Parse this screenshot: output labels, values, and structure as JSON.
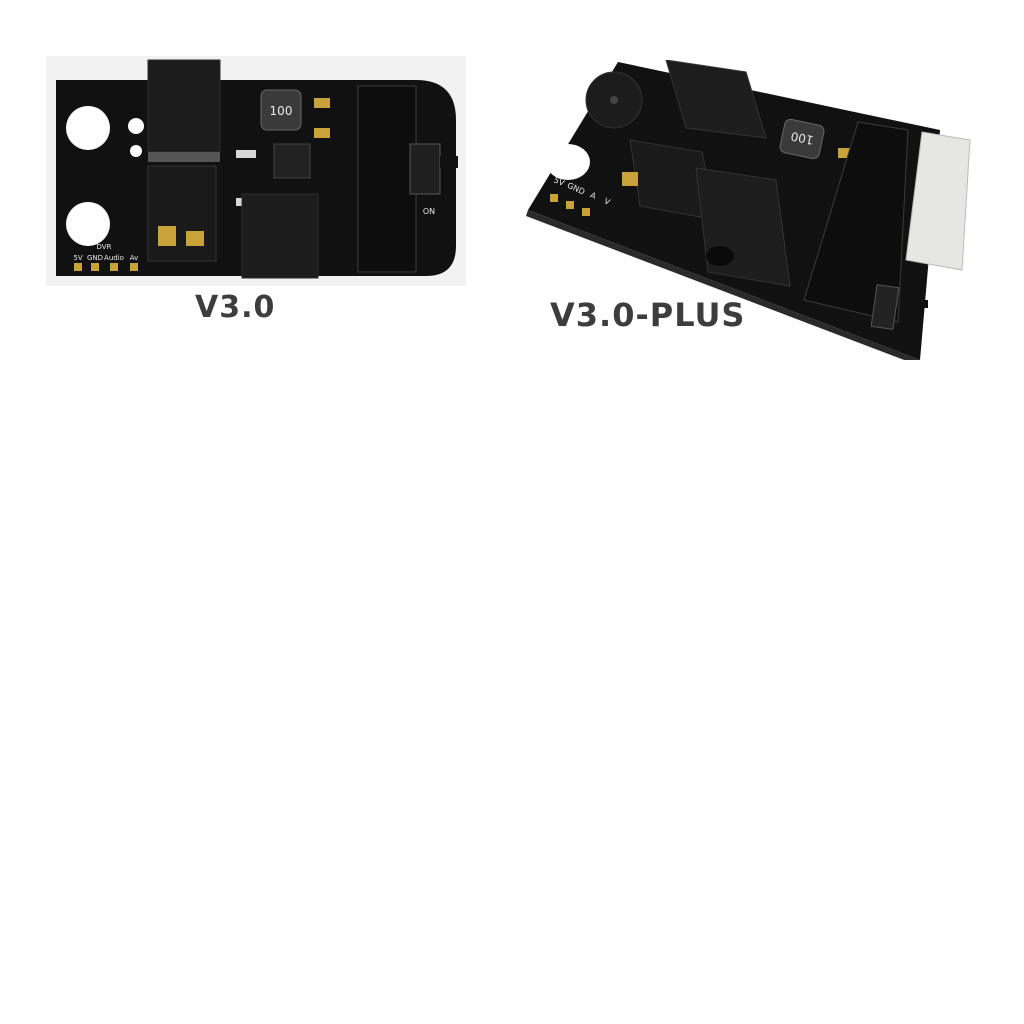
{
  "products": [
    {
      "caption": "V3.0",
      "silkscreen": {
        "inductor": "100",
        "header_title": "DVR",
        "pin_labels": [
          "5V",
          "GND",
          "Audio",
          "Av"
        ],
        "switch_label": "ON"
      }
    },
    {
      "caption": "V3.0-PLUS",
      "silkscreen": {
        "inductor": "100",
        "pin_labels": [
          "5V",
          "GND",
          "A",
          "V"
        ]
      }
    }
  ],
  "colors": {
    "pcb": "#101010",
    "caption": "#3d3d3d",
    "gold": "#c9a23a"
  }
}
